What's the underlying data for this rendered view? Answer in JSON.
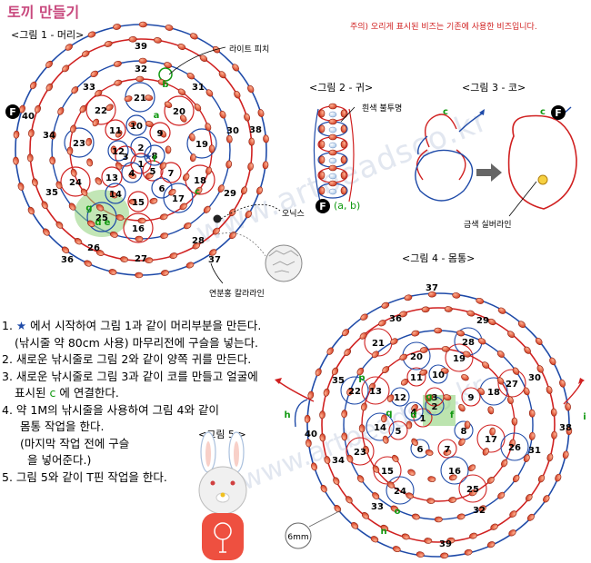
{
  "title": "토끼 만들기",
  "note": "주의) 오리게 표시된 비즈는 기존에 사용한 비즈입니다.",
  "figures": {
    "fig1": {
      "caption": "<그림 1 - 머리>",
      "start_marker": "F",
      "start_num": "40",
      "labels": {
        "pearl": "라이트 피치",
        "onyx": "오닉스",
        "ball": "연분홍 칼라라인"
      },
      "numbers": [
        "1",
        "2",
        "3",
        "4",
        "5",
        "6",
        "7",
        "8",
        "9",
        "10",
        "11",
        "12",
        "13",
        "14",
        "15",
        "16",
        "17",
        "18",
        "19",
        "20",
        "21",
        "22",
        "23",
        "24",
        "25",
        "26",
        "27",
        "28",
        "29",
        "30",
        "31",
        "32",
        "33",
        "34",
        "35",
        "36",
        "37",
        "38",
        "39"
      ],
      "green_letters": [
        "a",
        "b",
        "c",
        "d",
        "e",
        "f",
        "g"
      ]
    },
    "fig2": {
      "caption": "<그림 2 - 귀>",
      "label": "흰색 불투명",
      "start_marker": "F",
      "end_label": "(a, b)"
    },
    "fig3": {
      "caption": "<그림 3 - 코>",
      "label_c": "c",
      "start_marker": "F",
      "bottom_label": "금색 실버라인"
    },
    "fig4": {
      "caption": "<그림 4 - 몸통>",
      "numbers": [
        "1",
        "2",
        "3",
        "4",
        "5",
        "6",
        "7",
        "8",
        "9",
        "10",
        "11",
        "12",
        "13",
        "14",
        "15",
        "16",
        "17",
        "18",
        "19",
        "20",
        "21",
        "22",
        "23",
        "24",
        "25",
        "26",
        "27",
        "28",
        "29",
        "30",
        "31",
        "32",
        "33",
        "34",
        "35",
        "36",
        "37",
        "38",
        "39",
        "40"
      ],
      "green_letters": [
        "g",
        "d",
        "f",
        "p",
        "q",
        "h",
        "i",
        "o",
        "n"
      ],
      "size_label": "6mm"
    },
    "fig5": {
      "caption": "<그림 5 >"
    }
  },
  "steps": [
    {
      "num": "1.",
      "text_a": "",
      "text_b": "에서 시작하여 그림 1과 같이 머리부분을 만든다."
    },
    {
      "num": "",
      "text": "(낚시줄 약 80cm 사용) 마무리전에 구슬을 넣는다."
    },
    {
      "num": "2.",
      "text": "새로운 낚시줄로 그림 2와 같이 양쪽 귀를 만든다."
    },
    {
      "num": "3.",
      "text": "새로운 낚시줄로 그림 3과 같이 코를 만들고 얼굴에"
    },
    {
      "num": "",
      "text_a": "표시된",
      "letter": "c",
      "text_b": "에 연결한다."
    },
    {
      "num": "4.",
      "text": "약 1M의 낚시줄을 사용하여 그림 4와 같이"
    },
    {
      "num": "",
      "text": "몸통 작업을 한다."
    },
    {
      "num": "",
      "text": "(마지막 작업 전에 구슬"
    },
    {
      "num": "",
      "text": "을 넣어준다.)"
    },
    {
      "num": "5.",
      "text": "그림 5와 같이 T핀 작업을 한다."
    }
  ],
  "watermark": "www.artbeadsco.kr",
  "colors": {
    "red_line": "#d02020",
    "blue_line": "#1e4aa8",
    "bead": "#e05030",
    "title": "#c8487d",
    "green": "#119911"
  }
}
